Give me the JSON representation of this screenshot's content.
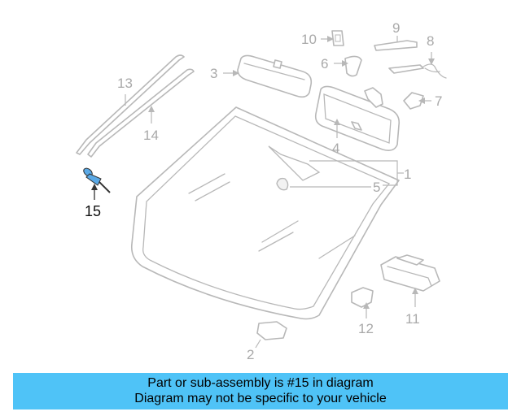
{
  "callouts": {
    "c1": "1",
    "c2": "2",
    "c3": "3",
    "c4": "4",
    "c5": "5",
    "c6": "6",
    "c7": "7",
    "c8": "8",
    "c9": "9",
    "c10": "10",
    "c11": "11",
    "c12": "12",
    "c13": "13",
    "c14": "14",
    "c15": "15"
  },
  "highlight": {
    "part_number": "15",
    "color": "#4fc3f7",
    "part_color": "#5aa9e6"
  },
  "footer": {
    "line1": "Part or sub-assembly is #15 in diagram",
    "line2": "Diagram may not be specific to your vehicle",
    "background": "#4fc3f7"
  }
}
